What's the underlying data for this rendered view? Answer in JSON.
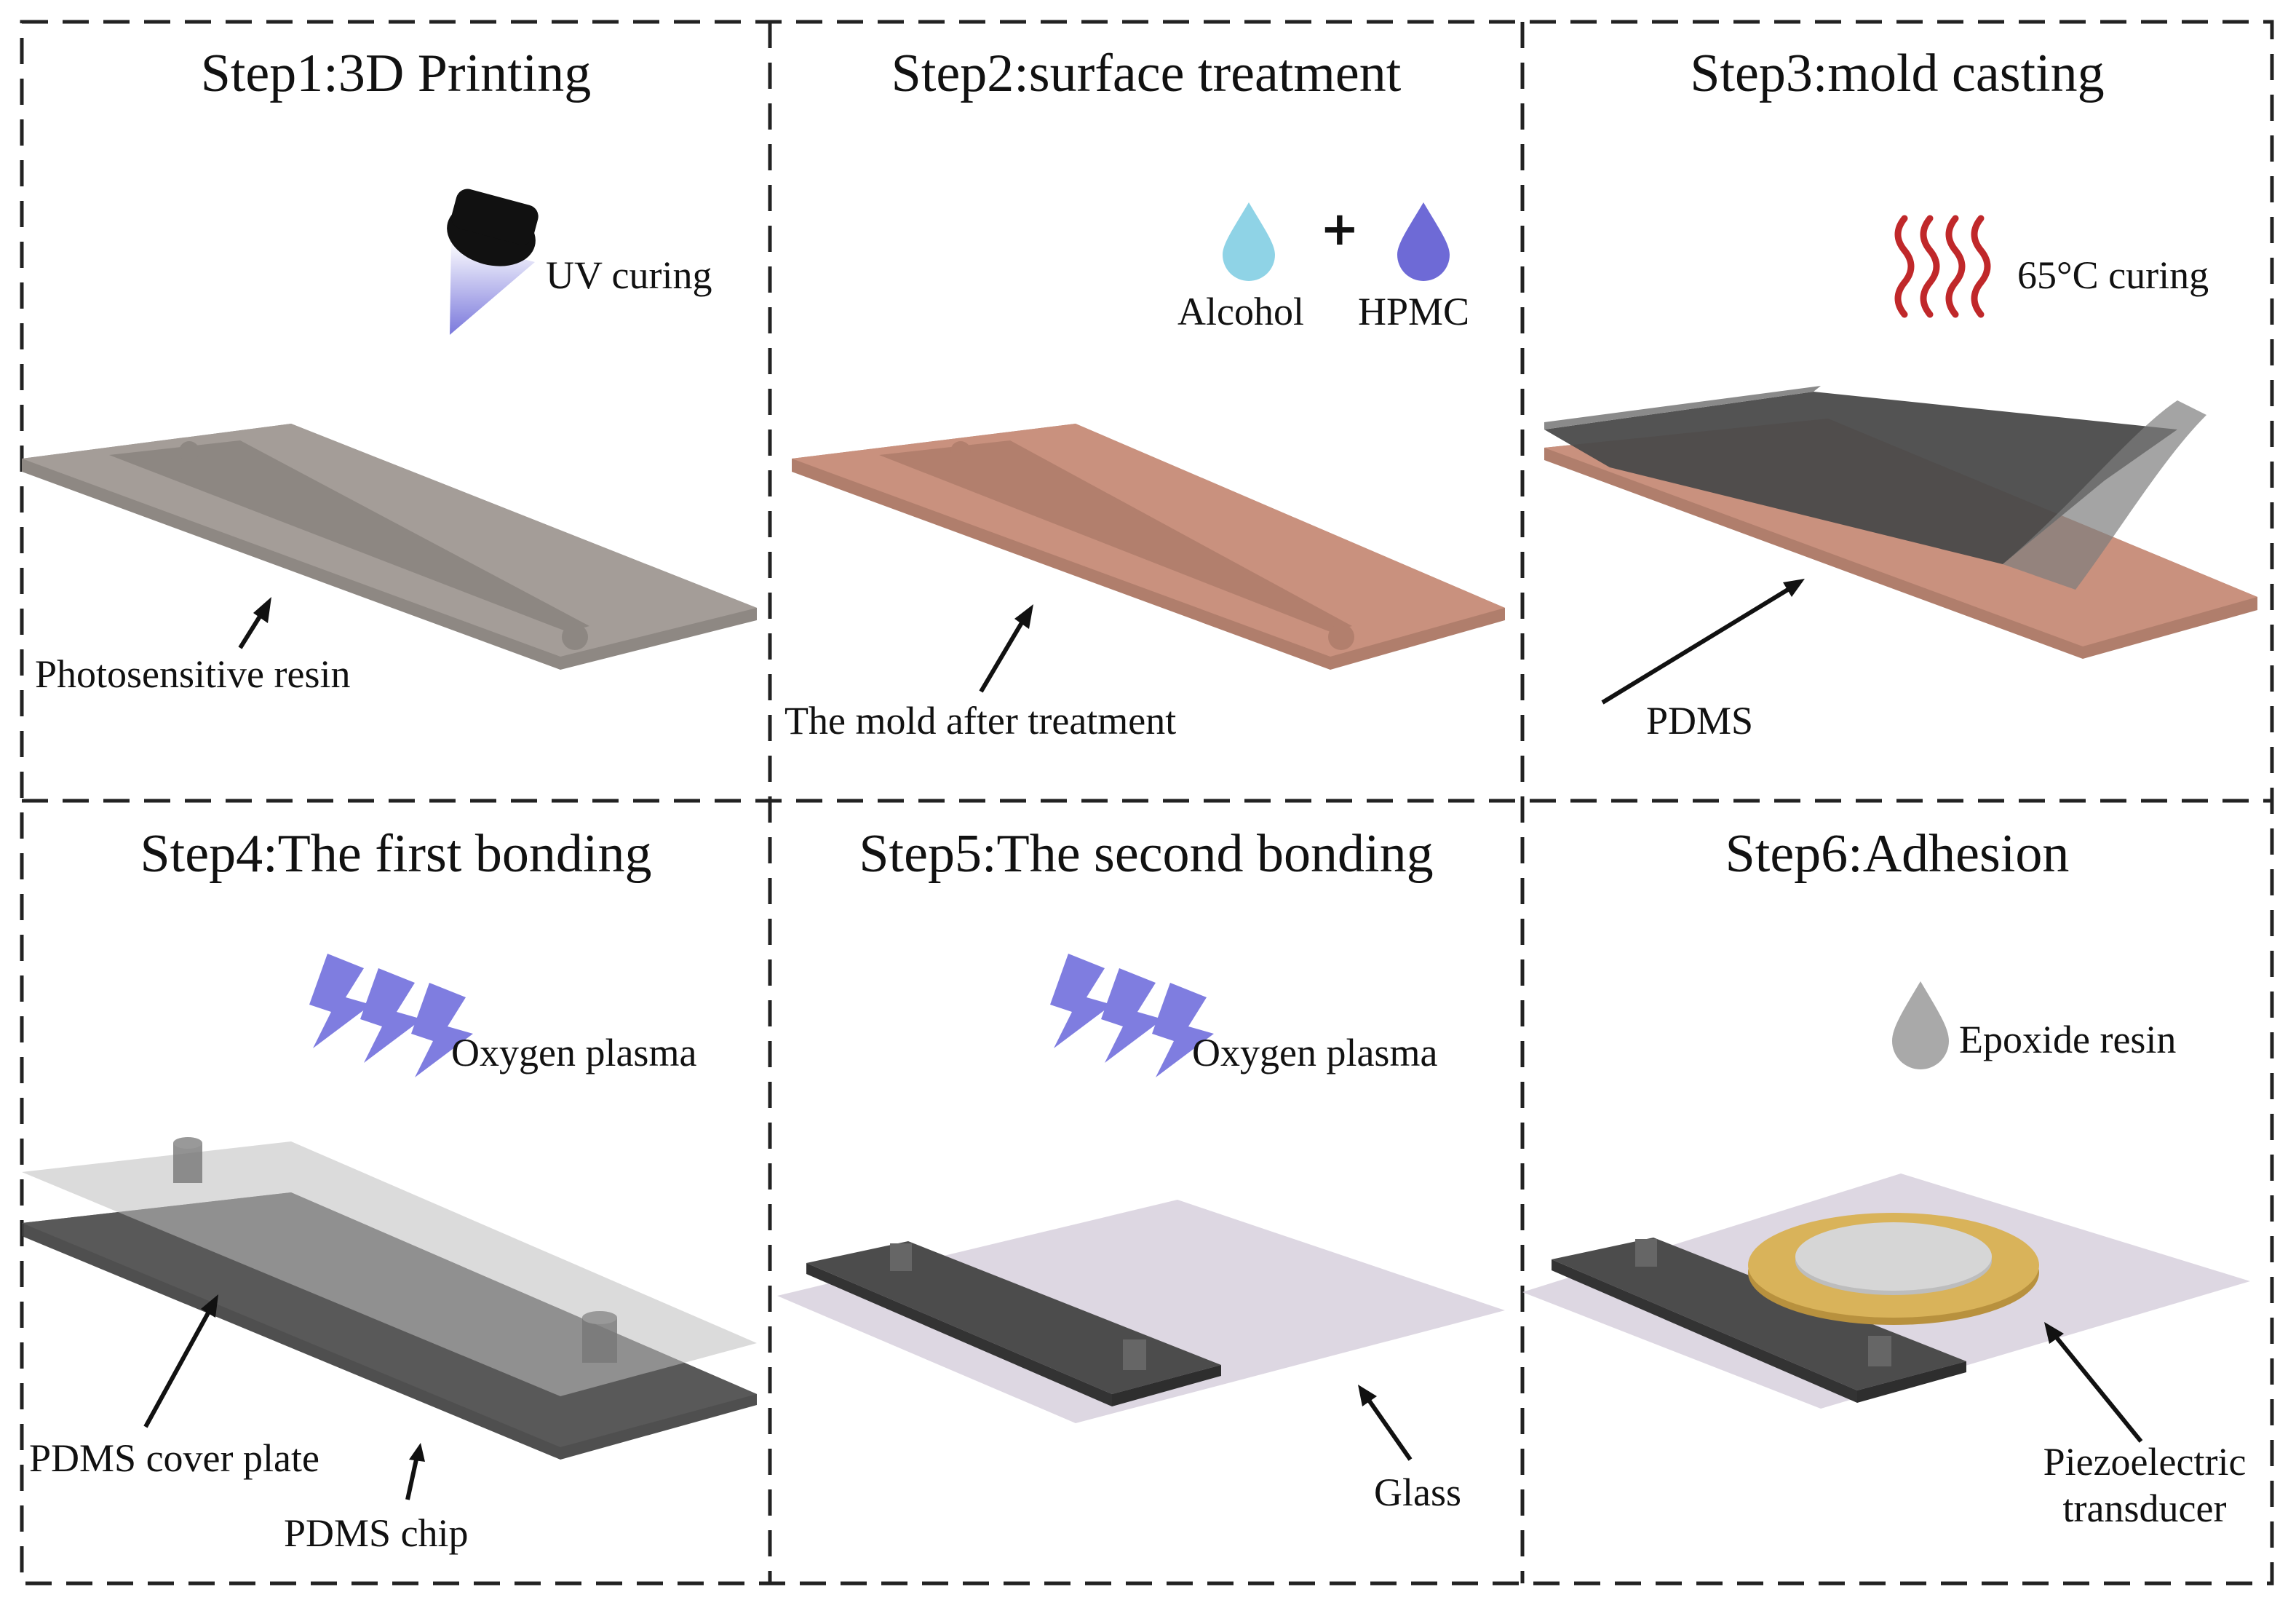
{
  "steps": [
    {
      "title": "Step1:3D Printing",
      "labels": {
        "agent": "UV curing",
        "part": "Photosensitive resin"
      }
    },
    {
      "title": "Step2:surface treatment",
      "labels": {
        "alcohol": "Alcohol",
        "plus": "+",
        "hpmc": "HPMC",
        "part": "The mold after treatment"
      }
    },
    {
      "title": "Step3:mold casting",
      "labels": {
        "agent": "65°C curing",
        "part": "PDMS"
      }
    },
    {
      "title": "Step4:The first bonding",
      "labels": {
        "agent": "Oxygen plasma",
        "cover": "PDMS cover plate",
        "chip": "PDMS chip"
      }
    },
    {
      "title": "Step5:The second bonding",
      "labels": {
        "agent": "Oxygen plasma",
        "part": "Glass"
      }
    },
    {
      "title": "Step6:Adhesion",
      "labels": {
        "agent": "Epoxide resin",
        "part_line1": "Piezoelectric",
        "part_line2": "transducer"
      }
    }
  ],
  "colors": {
    "resin": "#a49d98",
    "treated_mold": "#c9917e",
    "pdms": "#4a4a4a",
    "glass": "#d9d3df",
    "alcohol_drop": "#8fd3e6",
    "hpmc_drop": "#6e6ad6",
    "plasma_bolt": "#7f7de0",
    "heat_waves": "#c0282a",
    "epoxy_drop": "#a9a9a9",
    "transducer_ring": "#d9b35a",
    "transducer_disc": "#d6d6d6"
  },
  "icons": [
    "uv-lamp-icon",
    "alcohol-drop-icon",
    "hpmc-drop-icon",
    "heat-waves-icon",
    "plasma-bolt-icon",
    "epoxy-drop-icon"
  ]
}
